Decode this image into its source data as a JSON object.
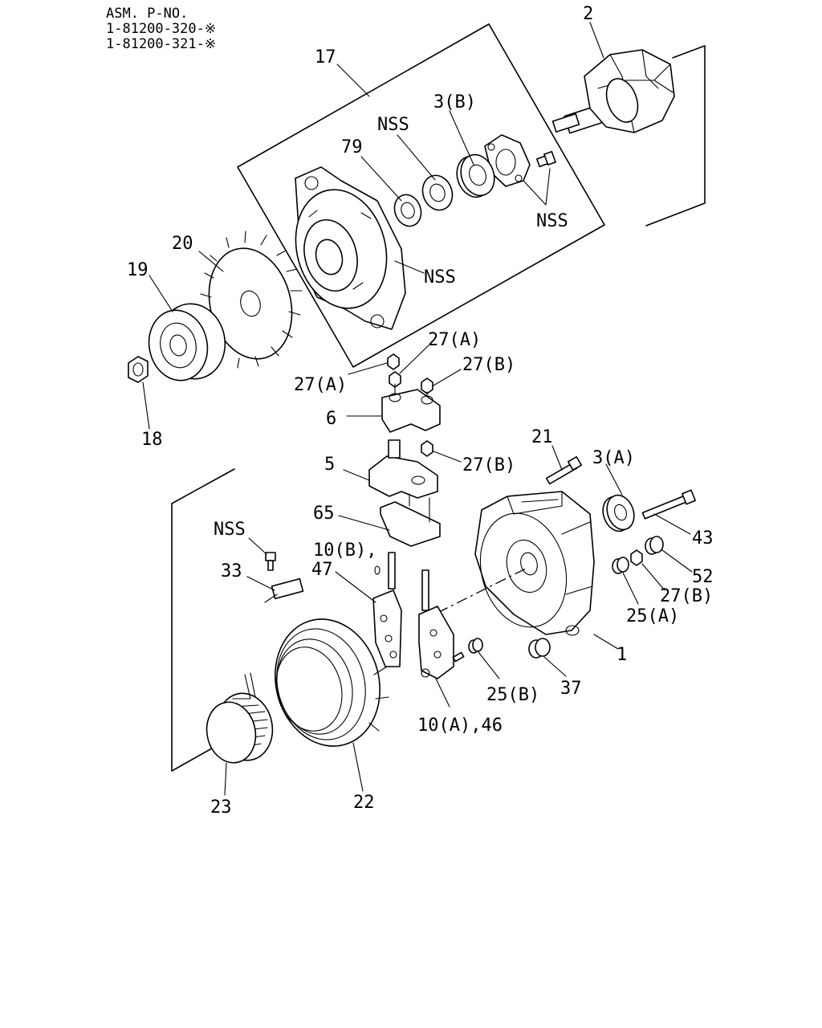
{
  "header": {
    "lines": [
      "ASM. P-NO.",
      "1-81200-320-※",
      "1-81200-321-※"
    ]
  },
  "callouts": {
    "c2": "2",
    "c17": "17",
    "c3b": "3(B)",
    "nss_washer": "NSS",
    "c79": "79",
    "nss_screw": "NSS",
    "nss_frame": "NSS",
    "c20": "20",
    "c19": "19",
    "c18": "18",
    "c27a_1": "27(A)",
    "c27a_2": "27(A)",
    "c27b_1": "27(B)",
    "c6": "6",
    "c5": "5",
    "c27b_2": "27(B)",
    "c21": "21",
    "c3a": "3(A)",
    "c65": "65",
    "nss_terminal": "NSS",
    "c10b_1": "10(B),",
    "c10b_2": "47",
    "c33": "33",
    "c43": "43",
    "c52": "52",
    "c27b_3": "27(B)",
    "c25a": "25(A)",
    "c1": "1",
    "c25b": "25(B)",
    "c37": "37",
    "c10a": "10(A),46",
    "c23": "23",
    "c22": "22"
  }
}
